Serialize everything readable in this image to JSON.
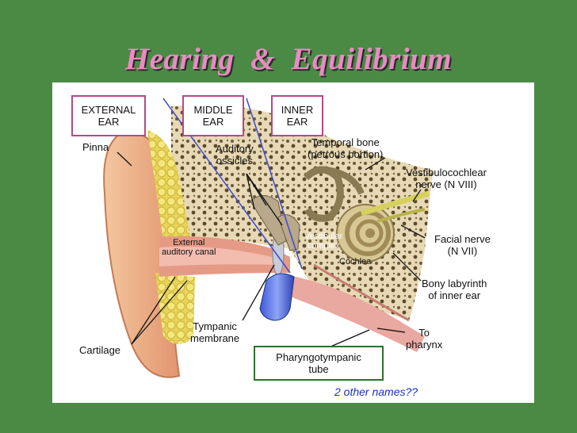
{
  "title": "Hearing  &  Equilibrium",
  "regions": {
    "external": [
      "EXTERNAL",
      "EAR"
    ],
    "middle": [
      "MIDDLE",
      "EAR"
    ],
    "inner": [
      "INNER",
      "EAR"
    ]
  },
  "labels": {
    "pinna": "Pinna",
    "auditory_ossicles": [
      "Auditory",
      "ossicles"
    ],
    "temporal_bone": [
      "Temporal bone",
      "(petrous portion)"
    ],
    "vestibulocochlear": [
      "Vestibulocochlear",
      "nerve (N VIII)"
    ],
    "external_canal": [
      "External",
      "auditory canal"
    ],
    "vestibular_complex": [
      "Vestibular",
      "complex"
    ],
    "cochlea": "Cochlea",
    "facial_nerve": [
      "Facial nerve",
      "(N VII)"
    ],
    "bony_labyrinth": [
      "Bony labyrinth",
      "of inner ear"
    ],
    "tympanic_membrane": [
      "Tympanic",
      "membrane"
    ],
    "cartilage": "Cartilage",
    "to_pharynx": [
      "To",
      "pharynx"
    ],
    "pharyngotympanic": [
      "Pharyngotympanic",
      "tube"
    ]
  },
  "note": "2 other names??",
  "colors": {
    "background": "#4b8a45",
    "title": "#e98bc2",
    "region_box_border": "#b44a8a",
    "tube_box_border": "#2f6f2f",
    "note": "#1c2fc2"
  }
}
